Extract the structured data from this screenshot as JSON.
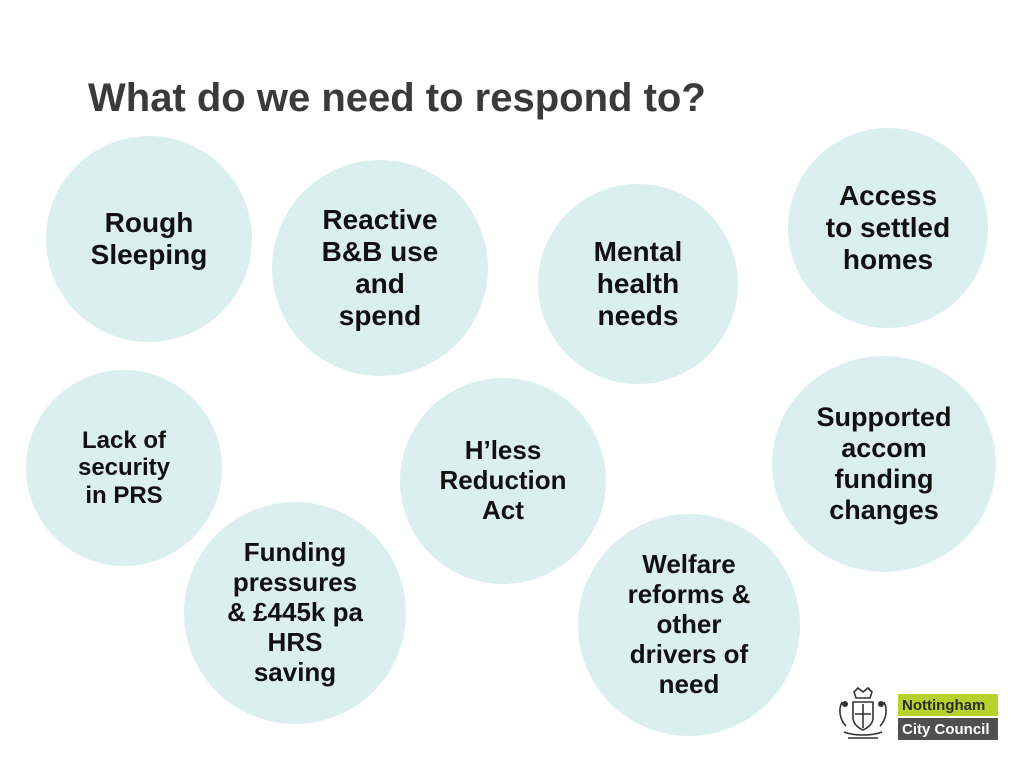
{
  "slide": {
    "title": "What do we need to respond to?"
  },
  "bubbles": [
    {
      "label": "Rough\nSleeping"
    },
    {
      "label": "Reactive\nB&B use\nand\nspend"
    },
    {
      "label": "Mental\nhealth\nneeds"
    },
    {
      "label": "Access\nto settled\nhomes"
    },
    {
      "label": "Lack of\nsecurity\nin PRS"
    },
    {
      "label": "H’less\nReduction\nAct"
    },
    {
      "label": "Supported\naccom\nfunding\nchanges"
    },
    {
      "label": "Funding\npressures\n& £445k pa\nHRS\nsaving"
    },
    {
      "label": "Welfare\nreforms &\nother\ndrivers of\nneed"
    }
  ],
  "logo": {
    "line1": "Nottingham",
    "line2": "City Council"
  },
  "colors": {
    "bubble": "#dcefef",
    "title": "#3a3a3a",
    "logo_green": "#b7d22d",
    "logo_grey": "#505050"
  }
}
